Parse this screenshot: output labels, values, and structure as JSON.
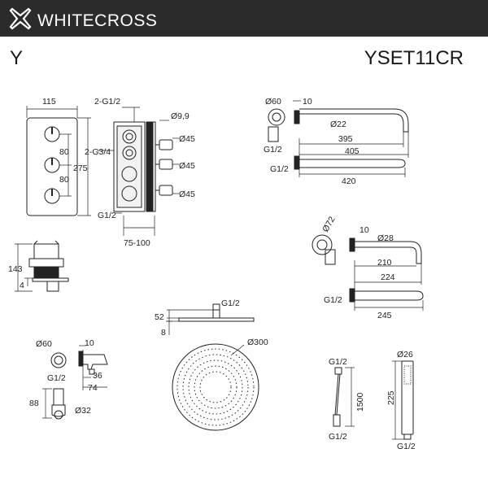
{
  "header": {
    "brand": "WHITECROSS",
    "logo_icon": "cross-x-logo-icon",
    "bg_color": "#2b2b2b"
  },
  "series_letter": "Y",
  "model_code": "YSET11CR",
  "dims": {
    "mixer": {
      "width": "115",
      "pitch1": "80",
      "pitch2": "80",
      "height": "275",
      "inlet_top": "2-G1/2",
      "inlet_side": "2-G3/4",
      "stem": "Ø9,9",
      "handle1": "Ø45",
      "handle2": "Ø45",
      "handle3": "Ø45",
      "outlet": "G1/2",
      "depth": "75-100"
    },
    "box": {
      "height": "143",
      "offset": "4"
    },
    "arm": {
      "flange": "Ø60",
      "flange_depth": "10",
      "tube": "Ø22",
      "reach1": "395",
      "reach2": "405",
      "thread1": "G1/2",
      "thread2": "G1/2",
      "reach3": "420"
    },
    "spout": {
      "flange": "Ø72",
      "flange_depth": "10",
      "tube": "Ø28",
      "reach1": "210",
      "reach2": "224",
      "thread": "G1/2",
      "reach3": "245"
    },
    "head_side": {
      "height": "52",
      "thickness": "8",
      "thread": "G1/2"
    },
    "head_top": {
      "diameter": "Ø300"
    },
    "outlet_elbow": {
      "flange": "Ø60",
      "depth": "10",
      "thread": "G1/2",
      "d1": "36",
      "d2": "74",
      "holder_height": "88",
      "holder_dia": "Ø32"
    },
    "hose": {
      "thread_top": "G1/2",
      "length": "1500",
      "thread_bottom": "G1/2"
    },
    "handshower": {
      "diameter": "Ø26",
      "length": "225",
      "thread": "G1/2"
    }
  }
}
